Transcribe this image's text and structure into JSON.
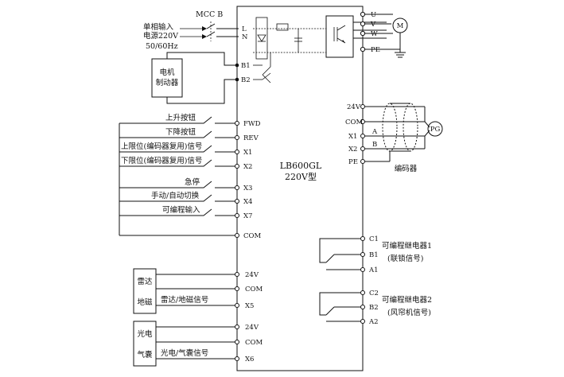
{
  "title": {
    "model": "LB600GL",
    "voltage": "220V型"
  },
  "power_input": {
    "line1": "单相输入",
    "line2": "电源220V",
    "line3": "50/60Hz",
    "breaker": "MCC B"
  },
  "brake": {
    "line1": "电机",
    "line2": "制动器"
  },
  "terminals_top": [
    "L",
    "N",
    "B1",
    "B2"
  ],
  "motor_terminals": [
    "U",
    "V",
    "W",
    "PE"
  ],
  "motor_label": "M",
  "inputs": [
    {
      "label": "上升按钮",
      "terminal": "FWD"
    },
    {
      "label": "下降按钮",
      "terminal": "REV"
    },
    {
      "label": "上限位(编码器复用)信号",
      "terminal": "X1"
    },
    {
      "label": "下限位(编码器复用)信号",
      "terminal": "X2"
    },
    {
      "label": "急停",
      "terminal": "X3"
    },
    {
      "label": "手动/自动切换",
      "terminal": "X4"
    },
    {
      "label": "可编程输入",
      "terminal": "X7"
    },
    {
      "label": "",
      "terminal": "COM"
    }
  ],
  "radar": {
    "line1": "雷达",
    "line2": "地磁",
    "signal": "雷达/地磁信号",
    "terminals": [
      "24V",
      "COM",
      "X5"
    ]
  },
  "photo": {
    "line1": "光电",
    "line2": "气囊",
    "signal": "光电/气囊信号",
    "terminals": [
      "24V",
      "COM",
      "X6"
    ]
  },
  "encoder": {
    "terminals": [
      "24V",
      "COM",
      "X1",
      "X2",
      "PE"
    ],
    "channel_a": "A",
    "channel_b": "B",
    "pg_label": "PG",
    "label": "编码器"
  },
  "relay1": {
    "terminals": [
      "C1",
      "B1",
      "A1"
    ],
    "line1": "可编程继电器1",
    "line2": "(联锁信号)"
  },
  "relay2": {
    "terminals": [
      "C2",
      "B2",
      "A2"
    ],
    "line1": "可编程继电器2",
    "line2": "(风帘机信号)"
  }
}
